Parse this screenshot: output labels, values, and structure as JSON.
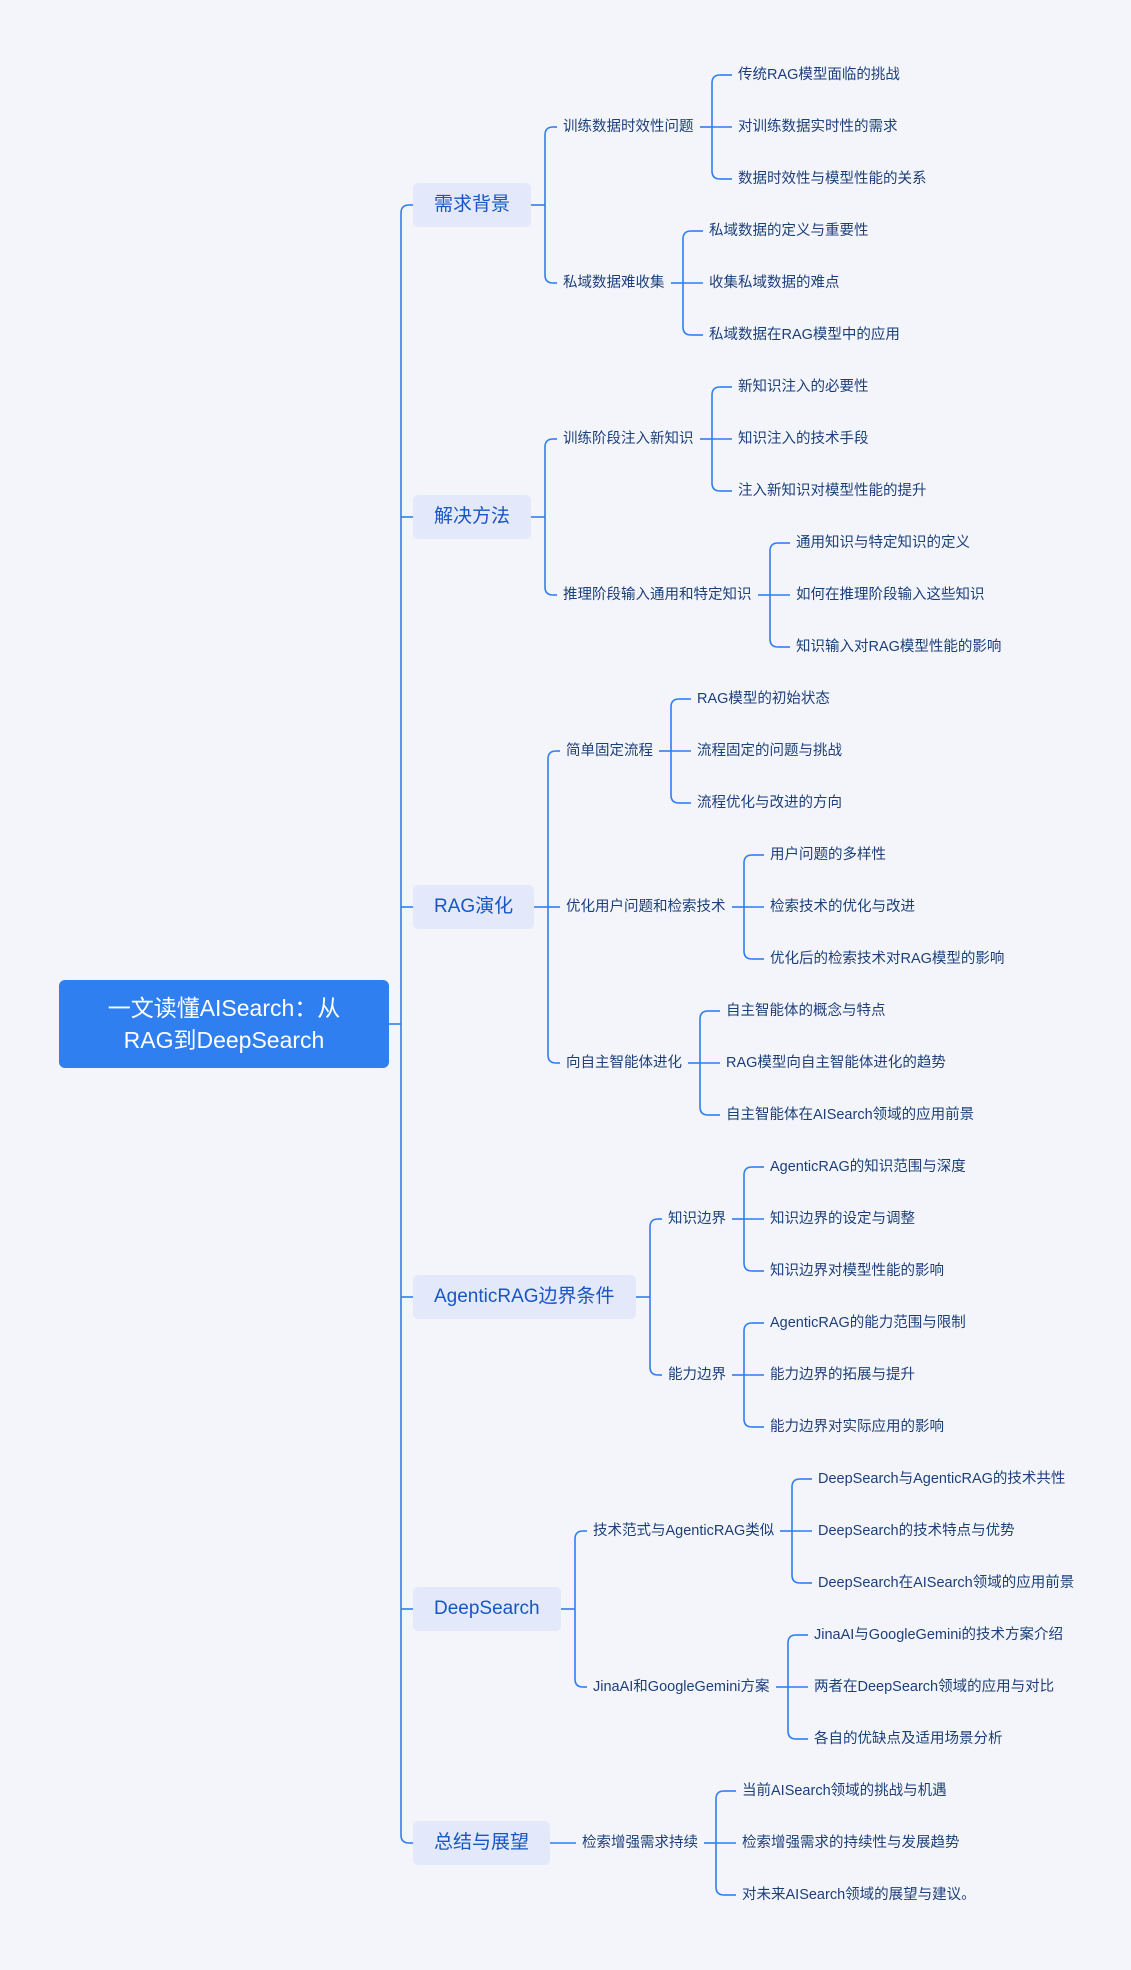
{
  "root": {
    "title": "一文读懂AISearch：从RAG到DeepSearch"
  },
  "colors": {
    "root_bg": "#2f7ff0",
    "branch_bg": "#e3e9fa",
    "branch_text": "#1756c4",
    "line": "#2f7ff0",
    "background": "#f4f5fb"
  },
  "branches": [
    {
      "label": "需求背景",
      "children": [
        {
          "label": "训练数据时效性问题",
          "children": [
            "传统RAG模型面临的挑战",
            "对训练数据实时性的需求",
            "数据时效性与模型性能的关系"
          ]
        },
        {
          "label": "私域数据难收集",
          "children": [
            "私域数据的定义与重要性",
            "收集私域数据的难点",
            "私域数据在RAG模型中的应用"
          ]
        }
      ]
    },
    {
      "label": "解决方法",
      "children": [
        {
          "label": "训练阶段注入新知识",
          "children": [
            "新知识注入的必要性",
            "知识注入的技术手段",
            "注入新知识对模型性能的提升"
          ]
        },
        {
          "label": "推理阶段输入通用和特定知识",
          "children": [
            "通用知识与特定知识的定义",
            "如何在推理阶段输入这些知识",
            "知识输入对RAG模型性能的影响"
          ]
        }
      ]
    },
    {
      "label": "RAG演化",
      "children": [
        {
          "label": "简单固定流程",
          "children": [
            "RAG模型的初始状态",
            "流程固定的问题与挑战",
            "流程优化与改进的方向"
          ]
        },
        {
          "label": "优化用户问题和检索技术",
          "children": [
            "用户问题的多样性",
            "检索技术的优化与改进",
            "优化后的检索技术对RAG模型的影响"
          ]
        },
        {
          "label": "向自主智能体进化",
          "children": [
            "自主智能体的概念与特点",
            "RAG模型向自主智能体进化的趋势",
            "自主智能体在AISearch领域的应用前景"
          ]
        }
      ]
    },
    {
      "label": "AgenticRAG边界条件",
      "children": [
        {
          "label": "知识边界",
          "children": [
            "AgenticRAG的知识范围与深度",
            "知识边界的设定与调整",
            "知识边界对模型性能的影响"
          ]
        },
        {
          "label": "能力边界",
          "children": [
            "AgenticRAG的能力范围与限制",
            "能力边界的拓展与提升",
            "能力边界对实际应用的影响"
          ]
        }
      ]
    },
    {
      "label": "DeepSearch",
      "children": [
        {
          "label": "技术范式与AgenticRAG类似",
          "children": [
            "DeepSearch与AgenticRAG的技术共性",
            "DeepSearch的技术特点与优势",
            "DeepSearch在AISearch领域的应用前景"
          ]
        },
        {
          "label": "JinaAI和GoogleGemini方案",
          "children": [
            "JinaAI与GoogleGemini的技术方案介绍",
            "两者在DeepSearch领域的应用与对比",
            "各自的优缺点及适用场景分析"
          ]
        }
      ]
    },
    {
      "label": "总结与展望",
      "children": [
        {
          "label": "检索增强需求持续",
          "children": [
            "当前AISearch领域的挑战与机遇",
            "检索增强需求的持续性与发展趋势",
            "对未来AISearch领域的展望与建议。"
          ]
        }
      ]
    }
  ]
}
